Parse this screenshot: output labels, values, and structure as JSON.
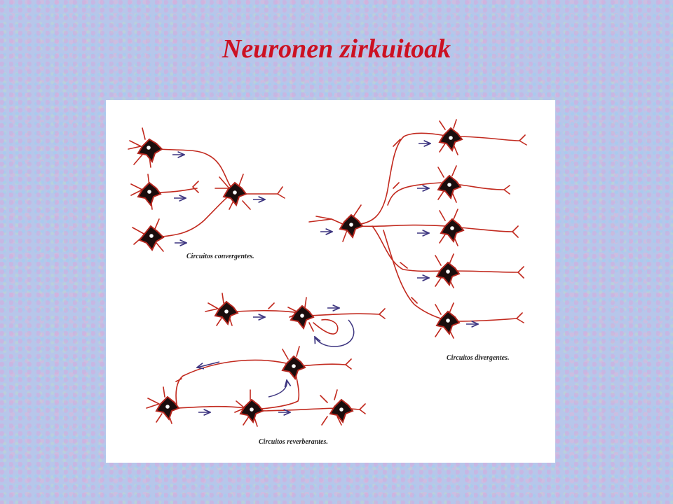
{
  "slide": {
    "title": "Neuronen zirkuitoak"
  },
  "figure": {
    "captions": {
      "convergent": "Circuitos convergentes.",
      "divergent": "Circuitos divergentes.",
      "reverberant": "Circuitos reverberantes."
    },
    "colors": {
      "axon": "#c22a1f",
      "soma": "#1a0d0d",
      "soma_rim": "#b3261e",
      "arrow": "#3d3580",
      "title": "#cc1122"
    }
  }
}
